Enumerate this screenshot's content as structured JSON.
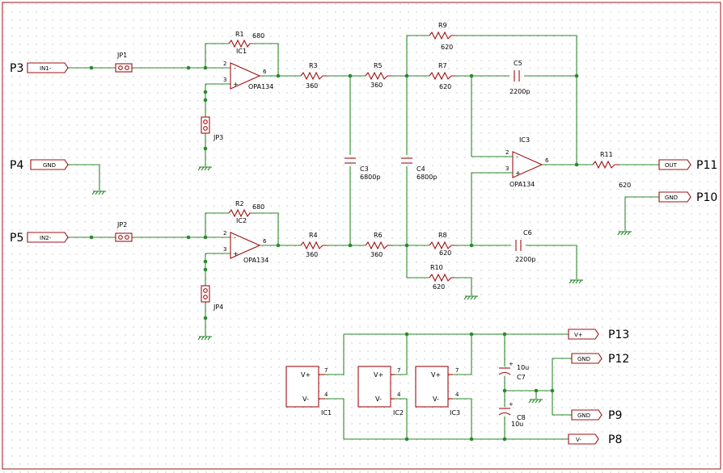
{
  "ports": {
    "p3": {
      "label": "P3",
      "net": "IN1-"
    },
    "p4": {
      "label": "P4",
      "net": "GND"
    },
    "p5": {
      "label": "P5",
      "net": "IN2-"
    },
    "p11": {
      "label": "P11",
      "net": "OUT"
    },
    "p10": {
      "label": "P10",
      "net": "GND"
    },
    "p13": {
      "label": "P13",
      "net": "V+"
    },
    "p12": {
      "label": "P12",
      "net": "GND"
    },
    "p9": {
      "label": "P9",
      "net": "GND"
    },
    "p8": {
      "label": "P8",
      "net": "V-"
    }
  },
  "jumpers": {
    "jp1": "JP1",
    "jp2": "JP2",
    "jp3": "JP3",
    "jp4": "JP4"
  },
  "resistors": {
    "r1": {
      "name": "R1",
      "value": "680"
    },
    "r2": {
      "name": "R2",
      "value": "680"
    },
    "r3": {
      "name": "R3",
      "value": "360"
    },
    "r4": {
      "name": "R4",
      "value": "360"
    },
    "r5": {
      "name": "R5",
      "value": "360"
    },
    "r6": {
      "name": "R6",
      "value": "360"
    },
    "r7": {
      "name": "R7",
      "value": "620"
    },
    "r8": {
      "name": "R8",
      "value": "620"
    },
    "r9": {
      "name": "R9",
      "value": "620"
    },
    "r10": {
      "name": "R10",
      "value": "620"
    },
    "r11": {
      "name": "R11",
      "value": "620"
    }
  },
  "capacitors": {
    "c3": {
      "name": "C3",
      "value": "6800p"
    },
    "c4": {
      "name": "C4",
      "value": "6800p"
    },
    "c5": {
      "name": "C5",
      "value": "2200p"
    },
    "c6": {
      "name": "C6",
      "value": "2200p"
    },
    "c7": {
      "name": "C7",
      "value": "10u"
    },
    "c8": {
      "name": "C8",
      "value": "10u"
    }
  },
  "opamps": {
    "ic1": {
      "name": "IC1",
      "part": "OPA134",
      "pin_inv": "2",
      "pin_noninv": "3",
      "pin_out": "6",
      "minus": "-",
      "plus": "+"
    },
    "ic2": {
      "name": "IC2",
      "part": "OPA134",
      "pin_inv": "2",
      "pin_noninv": "3",
      "pin_out": "6",
      "minus": "-",
      "plus": "+"
    },
    "ic3": {
      "name": "IC3",
      "part": "OPA134",
      "pin_inv": "2",
      "pin_noninv": "3",
      "pin_out": "6",
      "minus": "-",
      "plus": "+"
    }
  },
  "power_blocks": {
    "ic1": {
      "name": "IC1",
      "vplus": "V+",
      "vminus": "V-",
      "pin_vplus": "7",
      "pin_vminus": "4"
    },
    "ic2": {
      "name": "IC2",
      "vplus": "V+",
      "vminus": "V-",
      "pin_vplus": "7",
      "pin_vminus": "4"
    },
    "ic3": {
      "name": "IC3",
      "vplus": "V+",
      "vminus": "V-",
      "pin_vplus": "7",
      "pin_vminus": "4"
    }
  },
  "colors": {
    "wire": "#2a8a2a",
    "component": "#a01010",
    "grid": "#c8c8c8",
    "frame": "#a01010"
  }
}
